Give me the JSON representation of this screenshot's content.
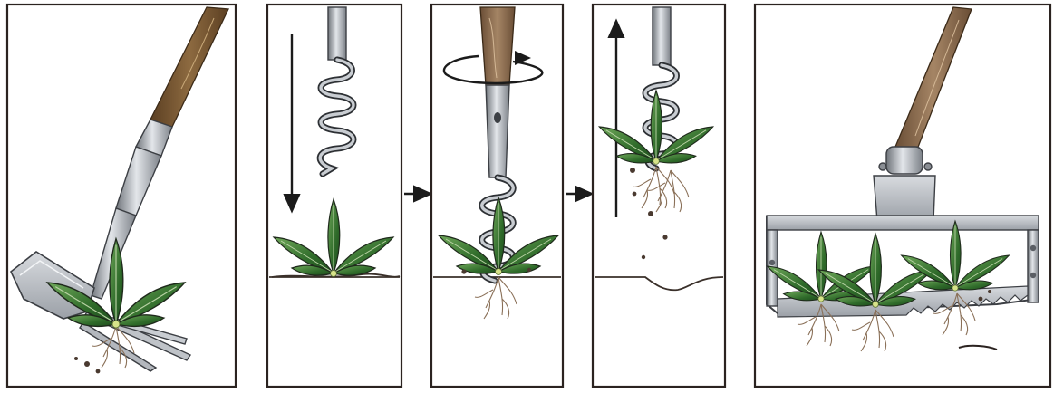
{
  "diagram": {
    "panels": [
      {
        "id": "hoe",
        "tool": "hoe-cultivator"
      },
      {
        "id": "auger-insert",
        "tool": "spiral-weeder",
        "motion": "down-arrow"
      },
      {
        "id": "auger-twist",
        "tool": "spiral-weeder",
        "motion": "rotate-arrow"
      },
      {
        "id": "auger-pull",
        "tool": "spiral-weeder",
        "motion": "up-arrow"
      },
      {
        "id": "stirrup-hoe",
        "tool": "stirrup-hoe"
      }
    ],
    "connectors": [
      "right-arrow",
      "right-arrow"
    ],
    "colors": {
      "leaf": "#2f6b2a",
      "leaf_highlight": "#6fa85a",
      "wood": "#7a5a36",
      "metal": "#a9adb3",
      "frame": "#2b2320",
      "soil": "#3a302a"
    }
  }
}
